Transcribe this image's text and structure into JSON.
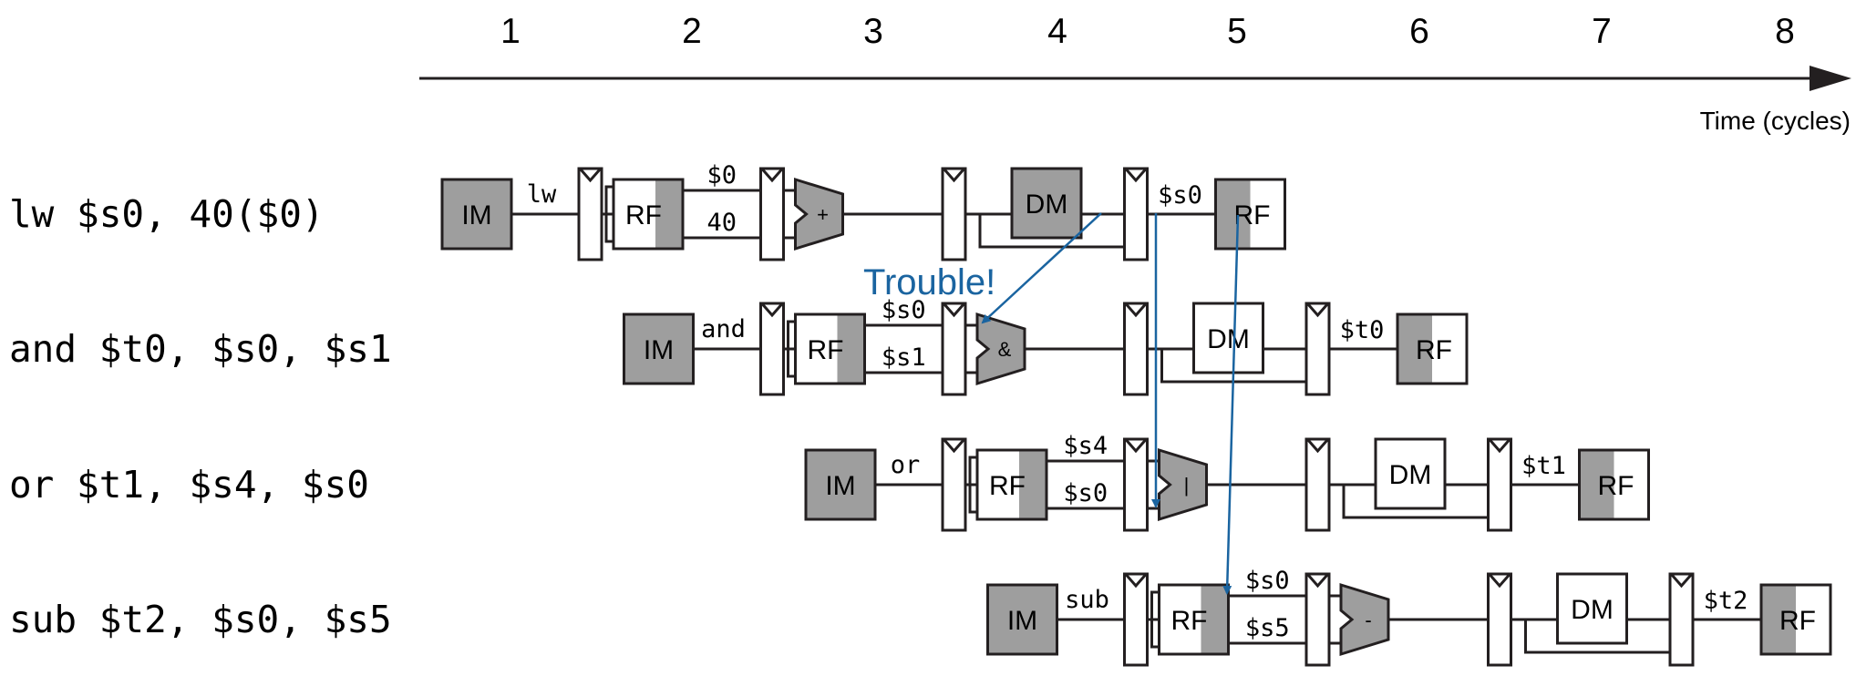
{
  "axis": {
    "cycles": [
      "1",
      "2",
      "3",
      "4",
      "5",
      "6",
      "7",
      "8"
    ],
    "label": "Time (cycles)"
  },
  "units": {
    "im": "IM",
    "rf": "RF",
    "dm": "DM"
  },
  "annotation": {
    "trouble": "Trouble!"
  },
  "colors": {
    "unit_fill": "#9e9e9e",
    "hazard_arrow": "#1a64a0",
    "line": "#231f20"
  },
  "instructions": [
    {
      "text": "lw  $s0, 40($0)",
      "if_label": "lw",
      "rf_top": "$0",
      "rf_bottom": "40",
      "alu_op": "+",
      "wb_label": "$s0"
    },
    {
      "text": "and $t0, $s0, $s1",
      "if_label": "and",
      "rf_top": "$s0",
      "rf_bottom": "$s1",
      "alu_op": "&",
      "wb_label": "$t0"
    },
    {
      "text": "or  $t1, $s4, $s0",
      "if_label": "or",
      "rf_top": "$s4",
      "rf_bottom": "$s0",
      "alu_op": "|",
      "wb_label": "$t1"
    },
    {
      "text": "sub $t2, $s0, $s5",
      "if_label": "sub",
      "rf_top": "$s0",
      "rf_bottom": "$s5",
      "alu_op": "-",
      "wb_label": "$t2"
    }
  ]
}
